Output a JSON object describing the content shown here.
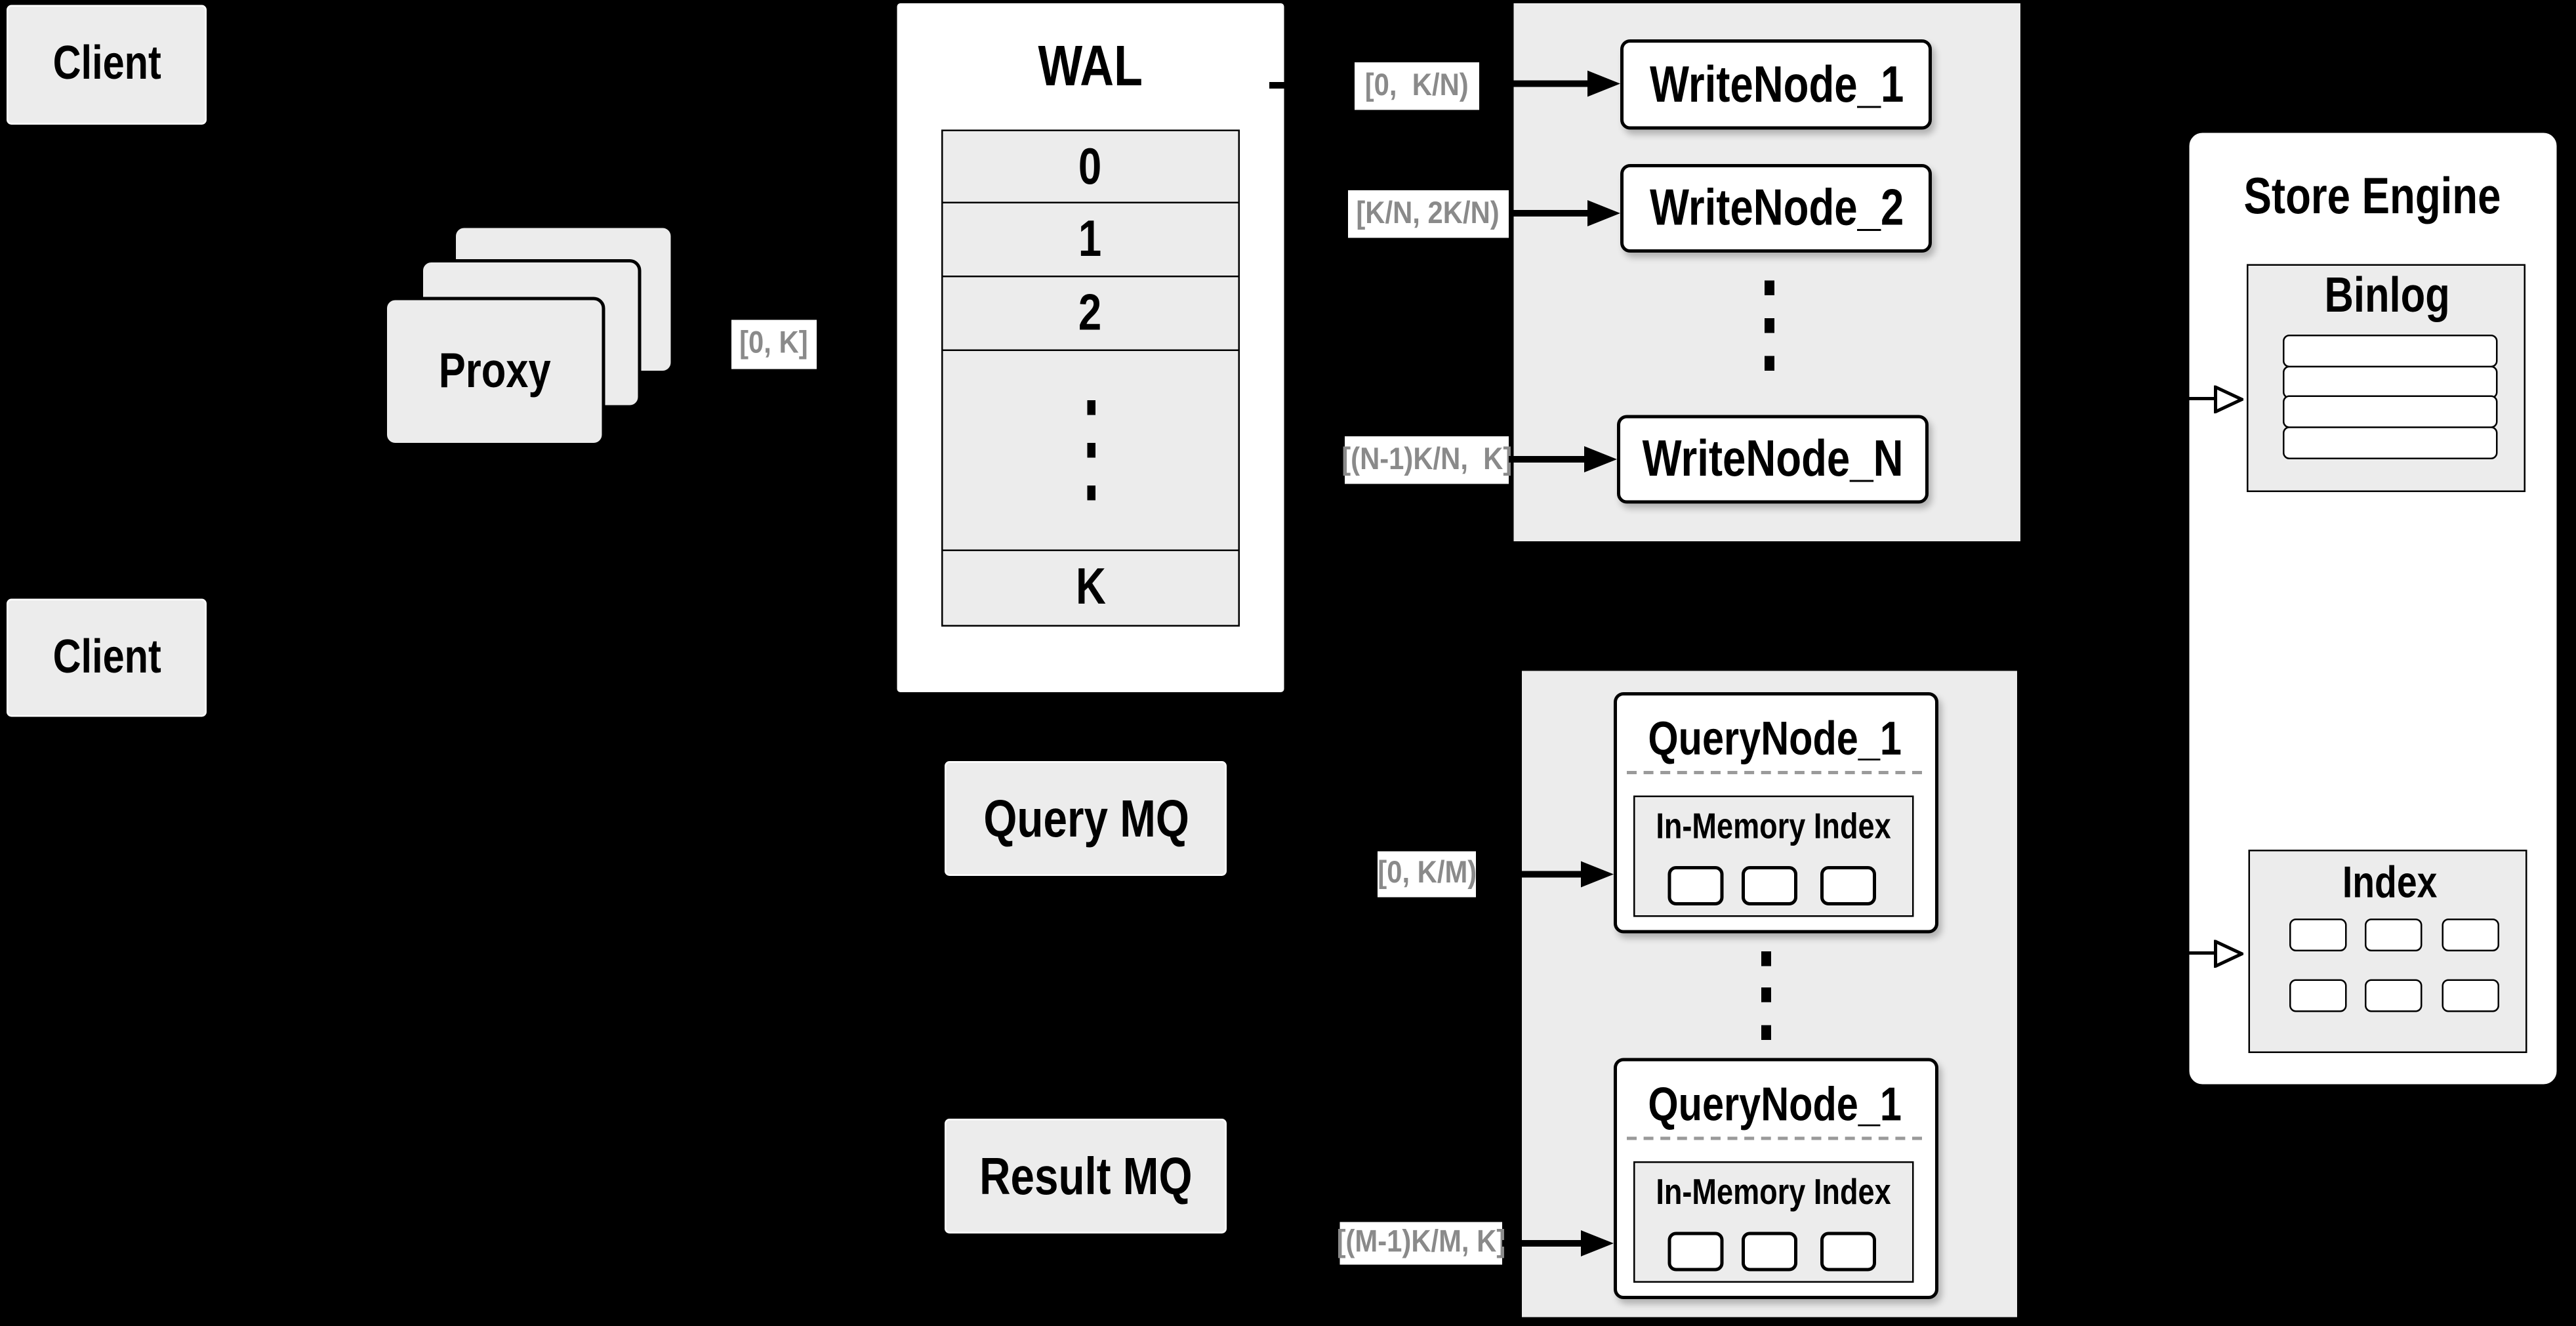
{
  "clients": {
    "top": "Client",
    "bottom": "Client"
  },
  "proxy": {
    "label": "Proxy"
  },
  "wal": {
    "title": "WAL",
    "rows": [
      "0",
      "1",
      "2"
    ],
    "last_row": "K"
  },
  "ranges": {
    "proxy_to_wal": "[0, K]",
    "write_1": "[0,  K/N)",
    "write_2": "[K/N, 2K/N)",
    "write_n": "[(N-1)K/N,  K]",
    "query_1": "[0, K/M)",
    "query_m": "[(M-1)K/M, K]"
  },
  "write_nodes": {
    "node_1": "WriteNode_1",
    "node_2": "WriteNode_2",
    "node_n": "WriteNode_N"
  },
  "query_nodes": {
    "top": {
      "title": "QueryNode_1",
      "index_label": "In-Memory Index"
    },
    "bottom": {
      "title": "QueryNode_1",
      "index_label": "In-Memory Index"
    }
  },
  "mq": {
    "query": "Query MQ",
    "result": "Result MQ"
  },
  "store_engine": {
    "title": "Store Engine",
    "binlog": "Binlog",
    "index": "Index"
  },
  "colors": {
    "background": "#000000",
    "box_fill": "#ececec",
    "node_fill": "#ffffff",
    "line": "#000000",
    "range_text": "#8a8a8a",
    "dashed_divider": "#9a9a9a"
  }
}
